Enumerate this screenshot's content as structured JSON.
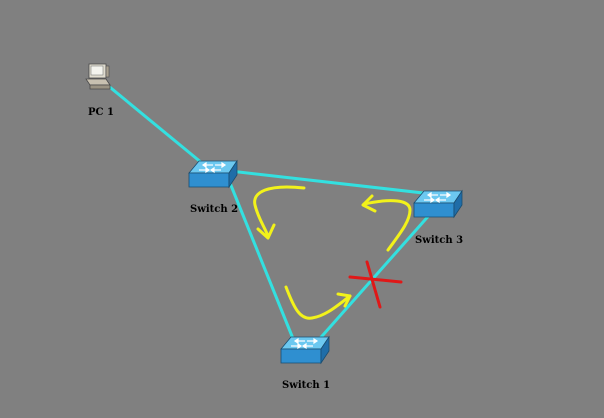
{
  "nodes": {
    "pc1": {
      "label": "PC 1",
      "icon": "desktop-computer-icon"
    },
    "switch1": {
      "label": "Switch 1",
      "icon": "network-switch-icon"
    },
    "switch2": {
      "label": "Switch 2",
      "icon": "network-switch-icon"
    },
    "switch3": {
      "label": "Switch 3",
      "icon": "network-switch-icon"
    }
  },
  "links": [
    {
      "from": "PC 1",
      "to": "Switch 2"
    },
    {
      "from": "Switch 2",
      "to": "Switch 3"
    },
    {
      "from": "Switch 2",
      "to": "Switch 1"
    },
    {
      "from": "Switch 1",
      "to": "Switch 3",
      "status": "blocked"
    }
  ],
  "annotations": {
    "loop_arrows": "loop-arrows",
    "blocked_mark": "red-x-icon"
  },
  "colors": {
    "background": "#808080",
    "link": "#33e0e0",
    "loop_arrow": "#f2f21a",
    "blocked": "#e01818",
    "switch_face": "#3aa0d8",
    "label": "#000000"
  }
}
